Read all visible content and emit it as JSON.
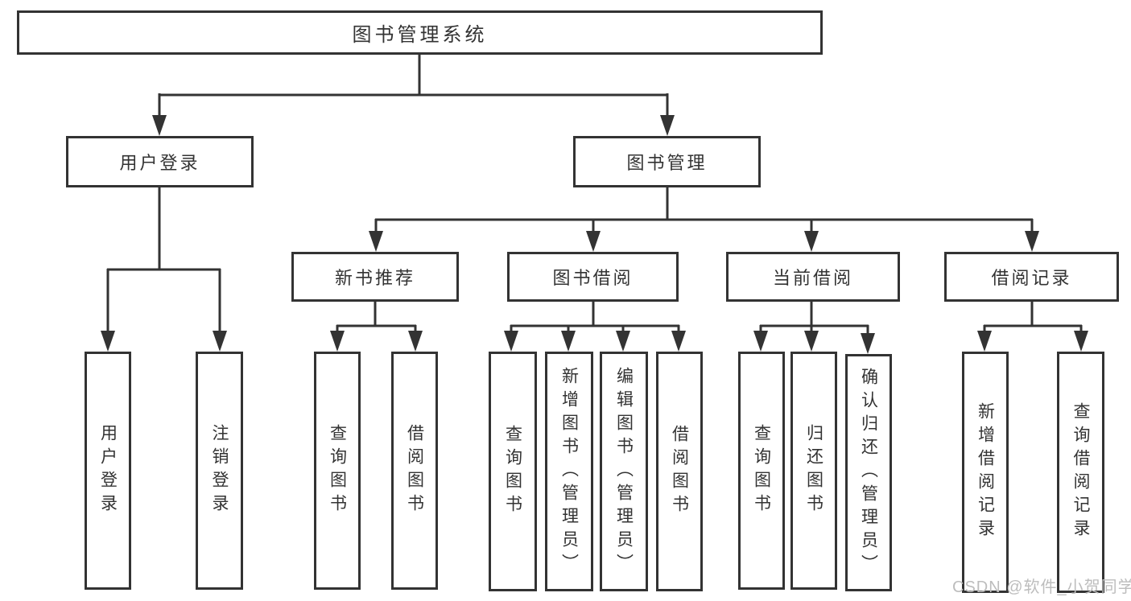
{
  "colors": {
    "line": "#333333",
    "text": "#333333",
    "box_bg": "#ffffff",
    "background": "#ffffff",
    "watermark": "#bdbdbd"
  },
  "tree": {
    "root": {
      "label": "图书管理系统"
    },
    "branches": [
      {
        "label": "用户登录",
        "children": [
          {
            "label": "用户登录"
          },
          {
            "label": "注销登录"
          }
        ]
      },
      {
        "label": "图书管理",
        "sections": [
          {
            "label": "新书推荐",
            "children": [
              {
                "label": "查询图书"
              },
              {
                "label": "借阅图书"
              }
            ]
          },
          {
            "label": "图书借阅",
            "children": [
              {
                "label": "查询图书"
              },
              {
                "label": "新增图书（管理员）"
              },
              {
                "label": "编辑图书（管理员）"
              },
              {
                "label": "借阅图书"
              }
            ]
          },
          {
            "label": "当前借阅",
            "children": [
              {
                "label": "查询图书"
              },
              {
                "label": "归还图书"
              },
              {
                "label": "确认归还（管理员）"
              }
            ]
          },
          {
            "label": "借阅记录",
            "children": [
              {
                "label": "新增借阅记录"
              },
              {
                "label": "查询借阅记录"
              }
            ]
          }
        ]
      }
    ]
  },
  "watermark": {
    "text": "CSDN @软件_小贺同学"
  }
}
